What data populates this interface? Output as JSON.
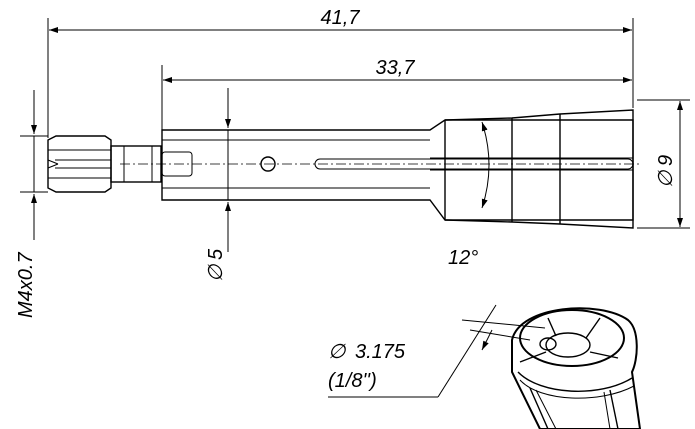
{
  "dimensions": {
    "overall_length": "41,7",
    "body_length": "33,7",
    "outer_diameter": "9",
    "shank_diameter": "5",
    "thread": "M4x0.7",
    "taper_angle": "12°",
    "bore_diameter": "3.175",
    "bore_inch": "(1/8'')"
  },
  "symbols": {
    "diameter_symbol": "∅"
  }
}
